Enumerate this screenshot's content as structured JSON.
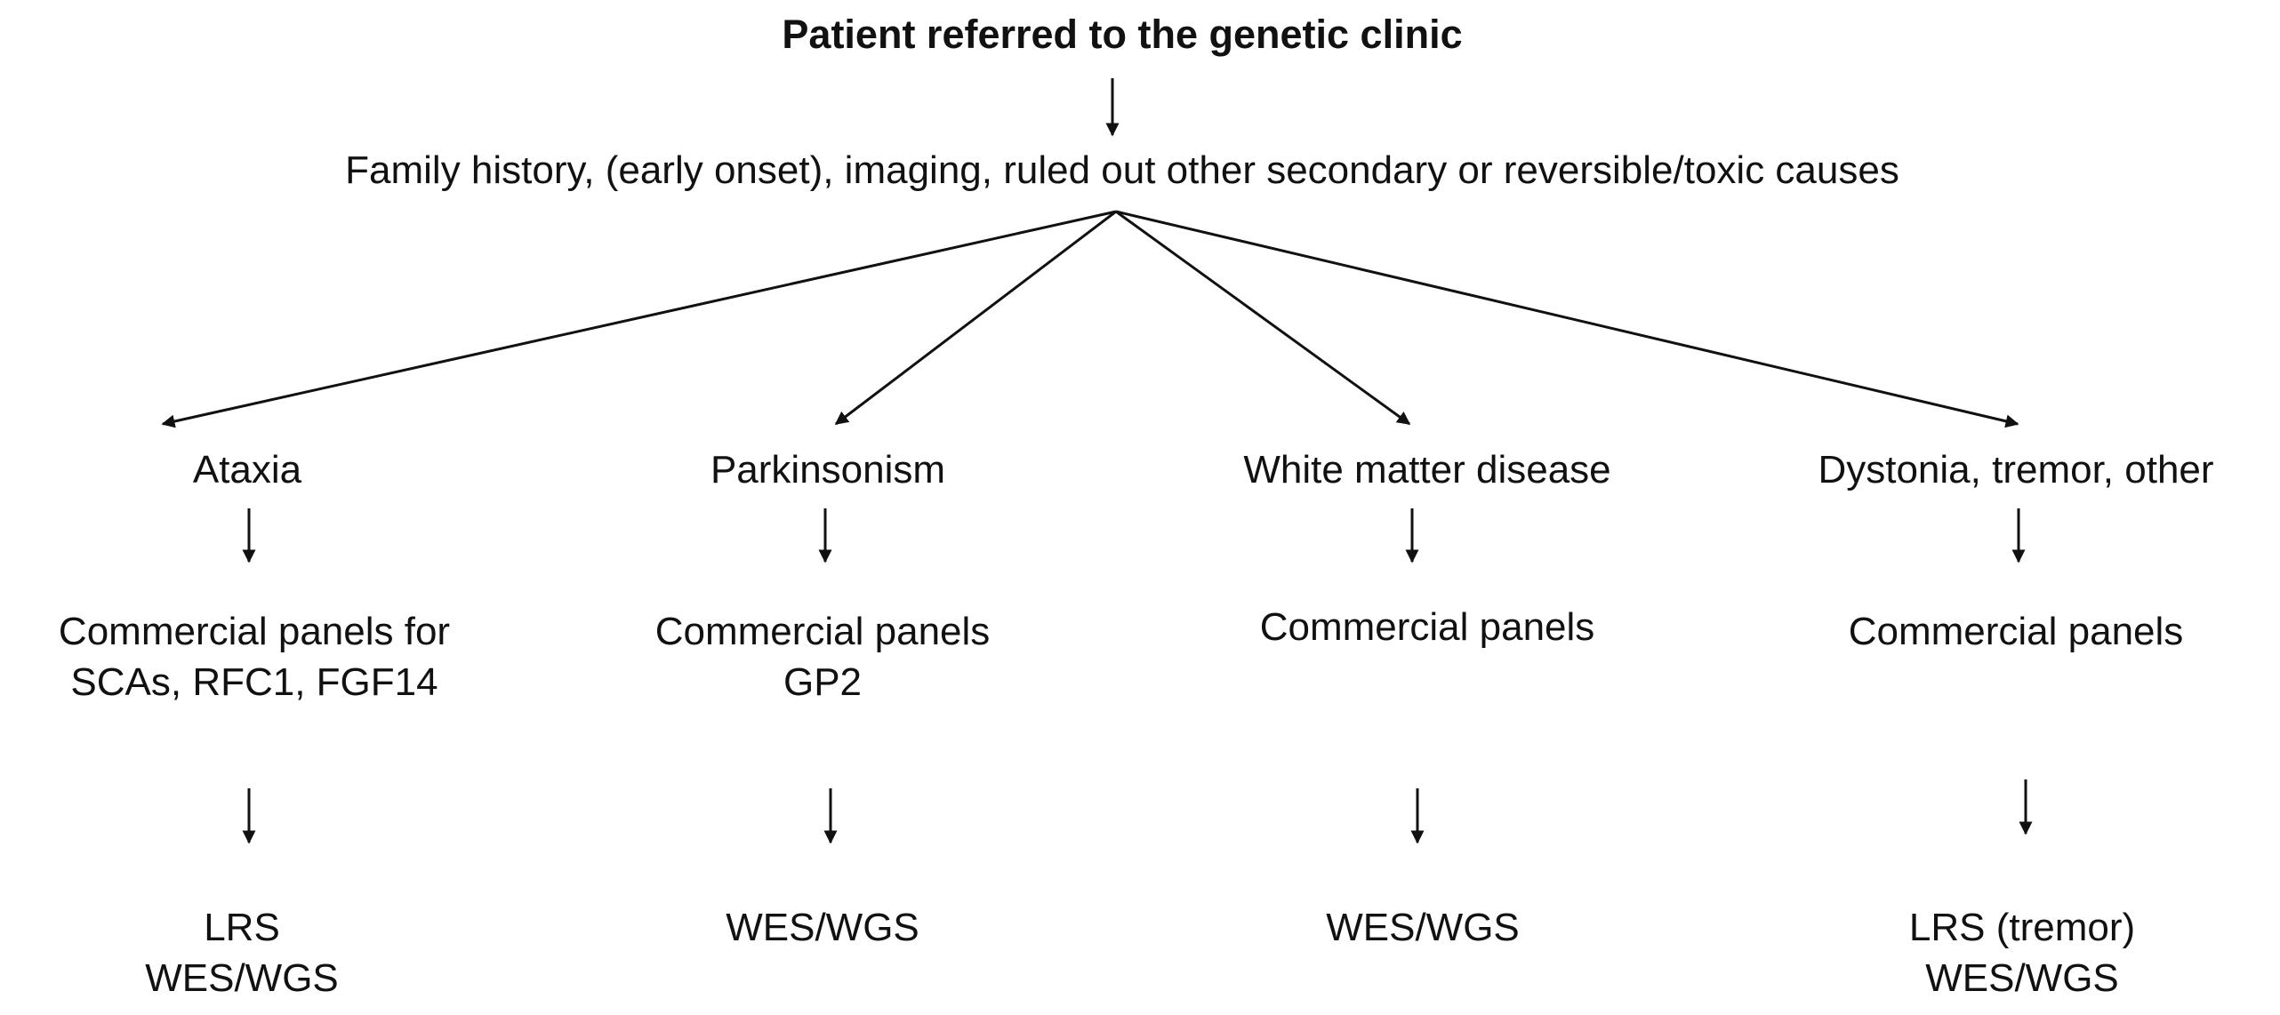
{
  "title": "Patient referred to the genetic clinic",
  "criteria": "Family history, (early onset), imaging, ruled out other secondary or reversible/toxic causes",
  "branches": [
    {
      "category": "Ataxia",
      "panels": "Commercial panels for\nSCAs, RFC1, FGF14",
      "next": "LRS\nWES/WGS"
    },
    {
      "category": "Parkinsonism",
      "panels": "Commercial panels\nGP2",
      "next": "WES/WGS"
    },
    {
      "category": "White matter disease",
      "panels": "Commercial panels",
      "next": "WES/WGS"
    },
    {
      "category": "Dystonia, tremor, other",
      "panels": "Commercial panels",
      "next": "LRS (tremor)\nWES/WGS"
    }
  ]
}
